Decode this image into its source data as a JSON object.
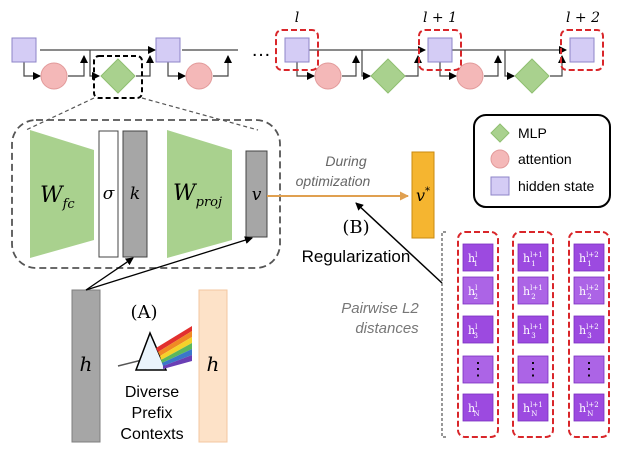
{
  "top_row": {
    "layer_labels": [
      "l",
      "l + 1",
      "l + 2"
    ],
    "ellipsis": "…"
  },
  "legend": {
    "items": [
      {
        "label": "MLP",
        "icon": "mlp-diamond-icon",
        "color": "#a9d18e"
      },
      {
        "label": "attention",
        "icon": "attention-circle-icon",
        "color": "#f4b8b8"
      },
      {
        "label": "hidden state",
        "icon": "hidden-state-square-icon",
        "color": "#d4ccf5"
      }
    ]
  },
  "mlp_block": {
    "w_fc": {
      "main": "W",
      "sub": "fc"
    },
    "sigma": "σ",
    "k": "k",
    "w_proj": {
      "main": "W",
      "sub": "proj"
    },
    "v": "v"
  },
  "optimization": {
    "line1": "During",
    "line2": "optimization",
    "target": {
      "main": "v",
      "sup": "*"
    }
  },
  "regularization": {
    "tag": "(B)",
    "label": "Regularization"
  },
  "pairwise": {
    "line1": "Pairwise L2",
    "line2": "distances"
  },
  "input": {
    "tag": "(A)",
    "h_label": "h",
    "h_right_label": "h"
  },
  "prefix": {
    "line1": "Diverse",
    "line2": "Prefix",
    "line3": "Contexts"
  },
  "columns": [
    {
      "sup": "l",
      "subs": [
        "1",
        "2",
        "3",
        "N"
      ]
    },
    {
      "sup": "l+1",
      "subs": [
        "1",
        "2",
        "3",
        "N"
      ]
    },
    {
      "sup": "l+2",
      "subs": [
        "1",
        "2",
        "3",
        "N"
      ]
    }
  ],
  "colors": {
    "mlp_green": "#a9d18e",
    "attention_pink": "#f4b8b8",
    "hidden_lavender": "#d4ccf5",
    "dashed_red": "#d9262a",
    "gray_bar": "#a6a6a6",
    "orange_v": "#f5b530",
    "peach_h": "#fde2c8",
    "purple_cell": "#9c4ae0",
    "purple_cell_alt": "#ac64e6",
    "arrow_orange": "#e0a050"
  }
}
